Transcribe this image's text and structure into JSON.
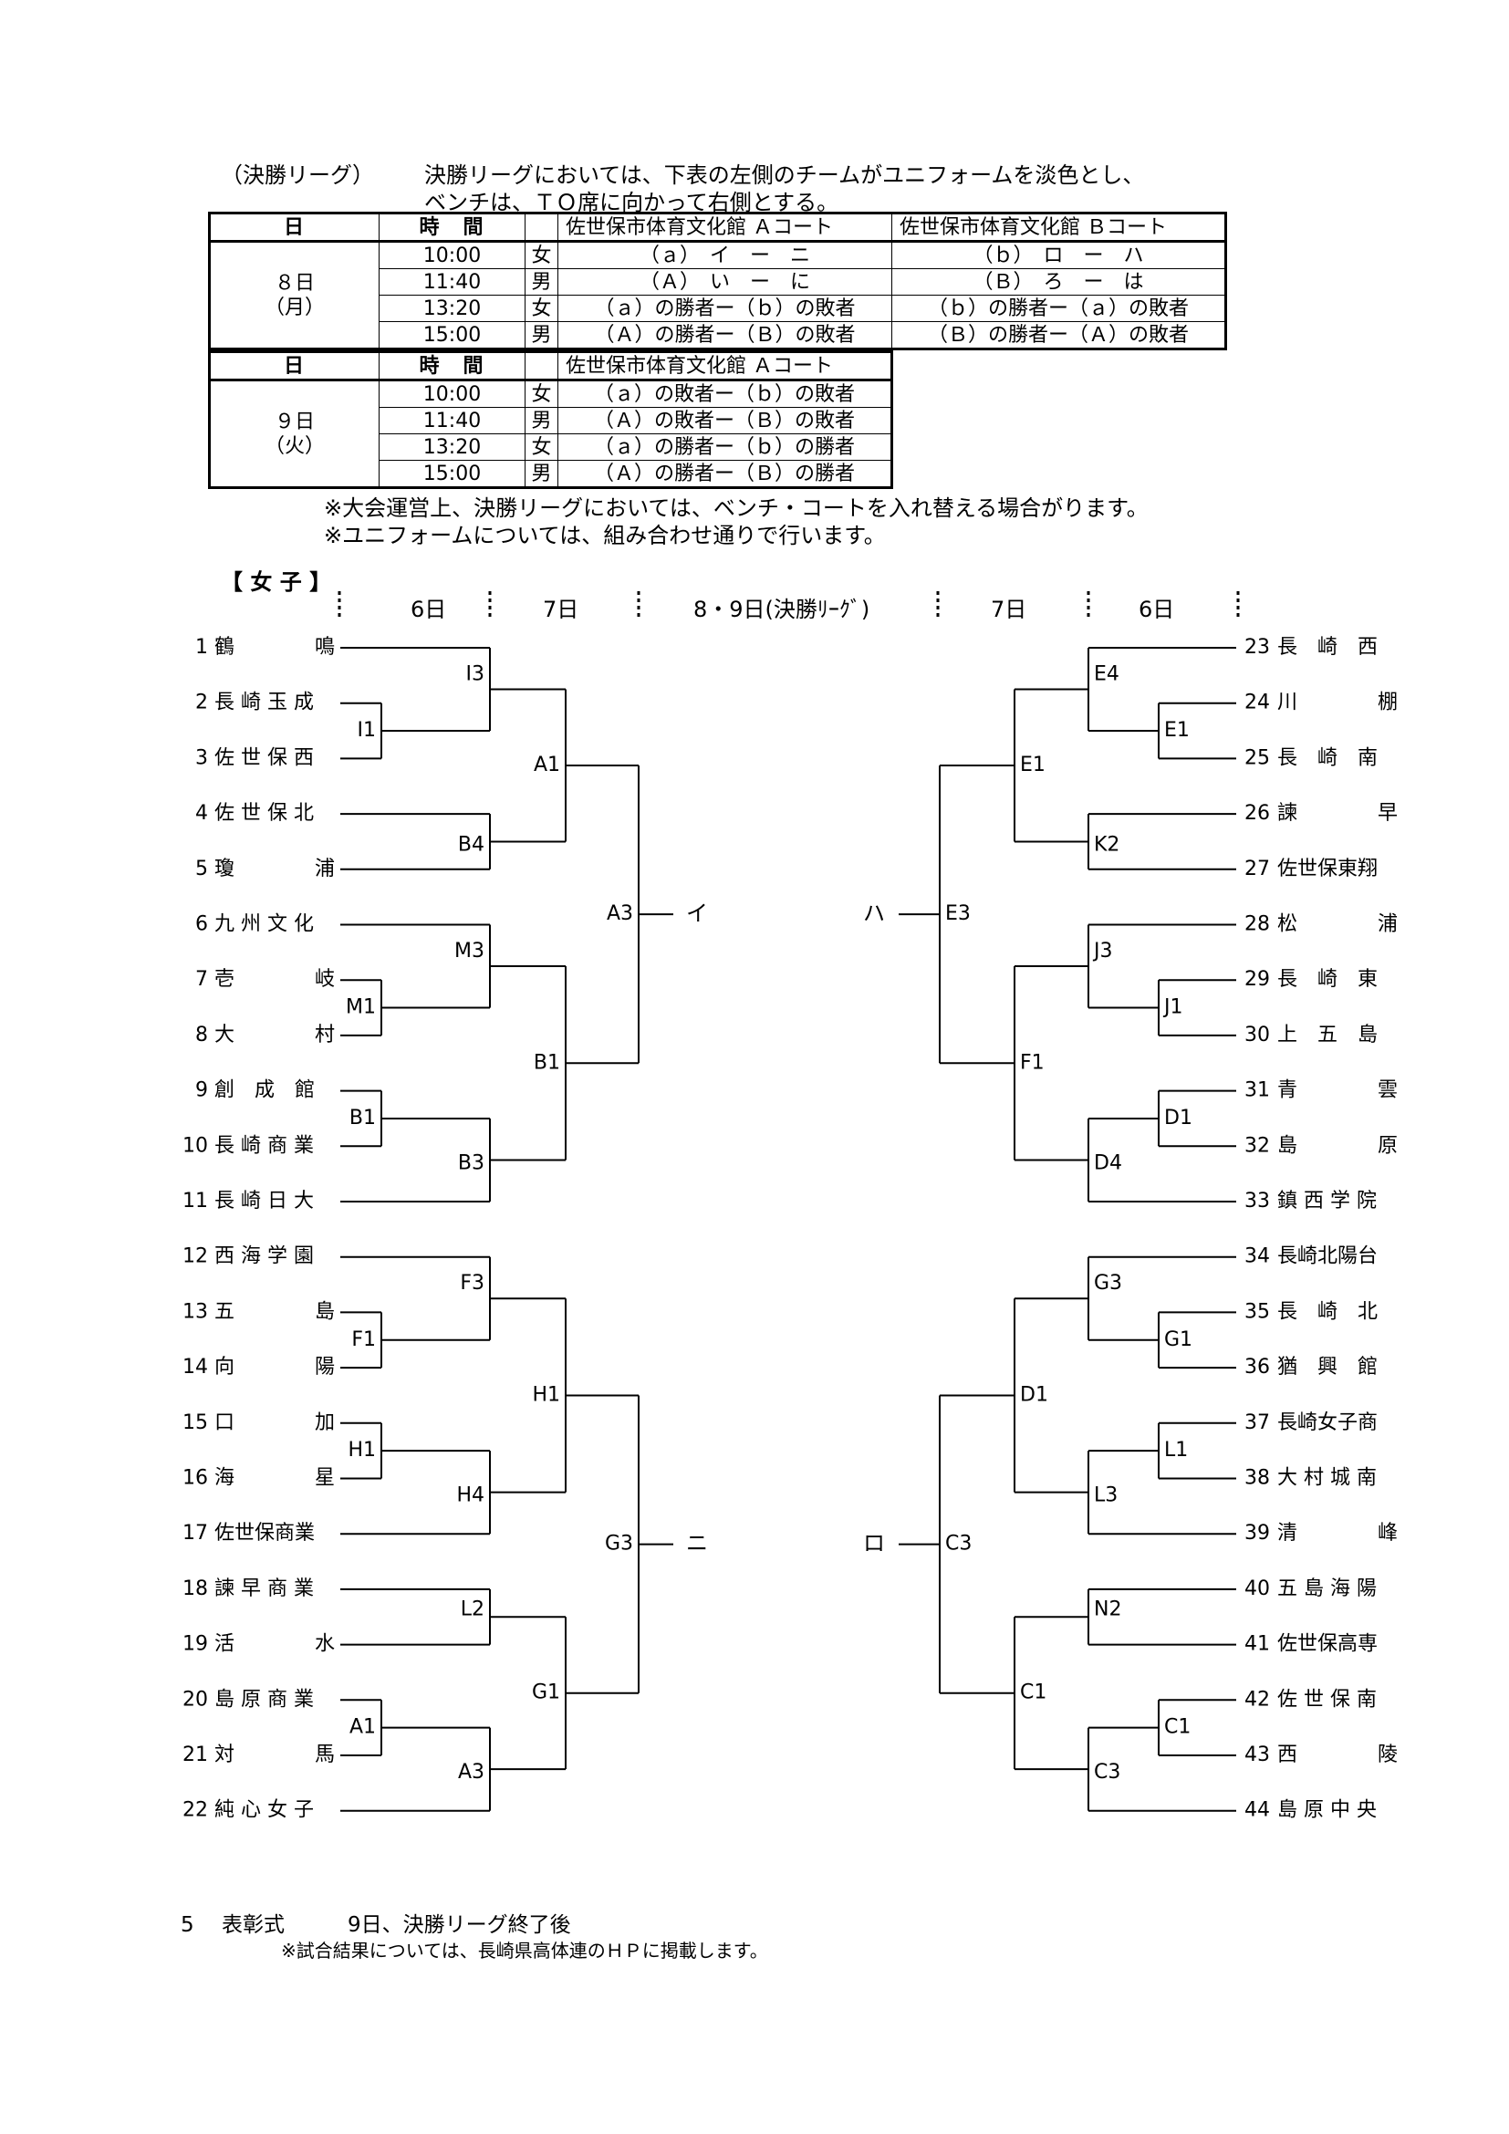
{
  "intro": {
    "label": "（決勝リーグ）",
    "line1": "決勝リーグにおいては、下表の左側のチームがユニフォームを淡色とし、",
    "line2": "ベンチは、ＴＯ席に向かって右側とする。"
  },
  "schedule": {
    "day_header": "日",
    "time_header": "時　間",
    "court_a": "佐世保市体育文化館 Ａコート",
    "court_b": "佐世保市体育文化館 Ｂコート",
    "day1": {
      "label": "８日",
      "weekday": "（月）",
      "rows": [
        {
          "time": "10:00",
          "sex": "女",
          "a": "（ａ）　イ　ー　ニ",
          "b": "（ｂ）　ロ　ー　ハ"
        },
        {
          "time": "11:40",
          "sex": "男",
          "a": "（Ａ）　い　ー　に",
          "b": "（Ｂ）　ろ　ー　は"
        },
        {
          "time": "13:20",
          "sex": "女",
          "a": "（ａ）の勝者ー（ｂ）の敗者",
          "b": "（ｂ）の勝者ー（ａ）の敗者"
        },
        {
          "time": "15:00",
          "sex": "男",
          "a": "（Ａ）の勝者ー（Ｂ）の敗者",
          "b": "（Ｂ）の勝者ー（Ａ）の敗者"
        }
      ]
    },
    "day2": {
      "label": "９日",
      "weekday": "（火）",
      "rows": [
        {
          "time": "10:00",
          "sex": "女",
          "a": "（ａ）の敗者ー（ｂ）の敗者"
        },
        {
          "time": "11:40",
          "sex": "男",
          "a": "（Ａ）の敗者ー（Ｂ）の敗者"
        },
        {
          "time": "13:20",
          "sex": "女",
          "a": "（ａ）の勝者ー（ｂ）の勝者"
        },
        {
          "time": "15:00",
          "sex": "男",
          "a": "（Ａ）の勝者ー（Ｂ）の勝者"
        }
      ]
    }
  },
  "notes": [
    "※大会運営上、決勝リーグにおいては、ベンチ・コートを入れ替える場合がります。",
    "※ユニフォームについては、組み合わせ通りで行います。"
  ],
  "bracket": {
    "title": "【 女 子 】",
    "stages": [
      "6日",
      "7日",
      "8・9日(決勝ﾘｰｸﾞ)",
      "7日",
      "6日"
    ],
    "left_teams": [
      {
        "no": "1",
        "name": "鶴　　　　鳴"
      },
      {
        "no": "2",
        "name": "長 崎 玉 成"
      },
      {
        "no": "3",
        "name": "佐 世 保 西"
      },
      {
        "no": "4",
        "name": "佐 世 保 北"
      },
      {
        "no": "5",
        "name": "瓊　　　　浦"
      },
      {
        "no": "6",
        "name": "九 州 文 化"
      },
      {
        "no": "7",
        "name": "壱　　　　岐"
      },
      {
        "no": "8",
        "name": "大　　　　村"
      },
      {
        "no": "9",
        "name": "創　成　館"
      },
      {
        "no": "10",
        "name": "長 崎 商 業"
      },
      {
        "no": "11",
        "name": "長 崎 日 大"
      },
      {
        "no": "12",
        "name": "西 海 学 園"
      },
      {
        "no": "13",
        "name": "五　　　　島"
      },
      {
        "no": "14",
        "name": "向　　　　陽"
      },
      {
        "no": "15",
        "name": "口　　　　加"
      },
      {
        "no": "16",
        "name": "海　　　　星"
      },
      {
        "no": "17",
        "name": "佐世保商業"
      },
      {
        "no": "18",
        "name": "諫 早 商 業"
      },
      {
        "no": "19",
        "name": "活　　　　水"
      },
      {
        "no": "20",
        "name": "島 原 商 業"
      },
      {
        "no": "21",
        "name": "対　　　　馬"
      },
      {
        "no": "22",
        "name": "純 心 女 子"
      }
    ],
    "right_teams": [
      {
        "no": "23",
        "name": "長　崎　西"
      },
      {
        "no": "24",
        "name": "川　　　　棚"
      },
      {
        "no": "25",
        "name": "長　崎　南"
      },
      {
        "no": "26",
        "name": "諫　　　　早"
      },
      {
        "no": "27",
        "name": "佐世保東翔"
      },
      {
        "no": "28",
        "name": "松　　　　浦"
      },
      {
        "no": "29",
        "name": "長　崎　東"
      },
      {
        "no": "30",
        "name": "上　五　島"
      },
      {
        "no": "31",
        "name": "青　　　　雲"
      },
      {
        "no": "32",
        "name": "島　　　　原"
      },
      {
        "no": "33",
        "name": "鎮 西 学 院"
      },
      {
        "no": "34",
        "name": "長崎北陽台"
      },
      {
        "no": "35",
        "name": "長　崎　北"
      },
      {
        "no": "36",
        "name": "猶　興　館"
      },
      {
        "no": "37",
        "name": "長崎女子商"
      },
      {
        "no": "38",
        "name": "大 村 城 南"
      },
      {
        "no": "39",
        "name": "清　　　　峰"
      },
      {
        "no": "40",
        "name": "五 島 海 陽"
      },
      {
        "no": "41",
        "name": "佐世保高専"
      },
      {
        "no": "42",
        "name": "佐 世 保 南"
      },
      {
        "no": "43",
        "name": "西　　　　陵"
      },
      {
        "no": "44",
        "name": "島 原 中 央"
      }
    ],
    "left_matches": {
      "I1": "I1",
      "I3": "I3",
      "B4": "B4",
      "A1": "A1",
      "M1": "M1",
      "M3": "M3",
      "B1a": "B1",
      "B3": "B3",
      "B1b": "B1",
      "A3": "A3",
      "F1": "F1",
      "F3": "F3",
      "H1a": "H1",
      "H4": "H4",
      "H1b": "H1",
      "L2": "L2",
      "A1b": "A1",
      "A3b": "A3",
      "G1": "G1",
      "G3": "G3"
    },
    "right_matches": {
      "E1a": "E1",
      "E4": "E4",
      "K2": "K2",
      "E1b": "E1",
      "J1": "J1",
      "J3": "J3",
      "D1a": "D1",
      "D4": "D4",
      "F1": "F1",
      "E3": "E3",
      "G1": "G1",
      "G3": "G3",
      "L1": "L1",
      "L3": "L3",
      "D1b": "D1",
      "N2": "N2",
      "C1a": "C1",
      "C3a": "C3",
      "C1b": "C1",
      "C3b": "C3"
    },
    "finals": {
      "i": "イ",
      "ni": "ニ",
      "ha": "ハ",
      "ro": "ロ"
    }
  },
  "footer": {
    "line1": "5　 表彰式　　　9日、決勝リーグ終了後",
    "line2": "※試合結果については、長崎県高体連のＨＰに掲載します。"
  }
}
